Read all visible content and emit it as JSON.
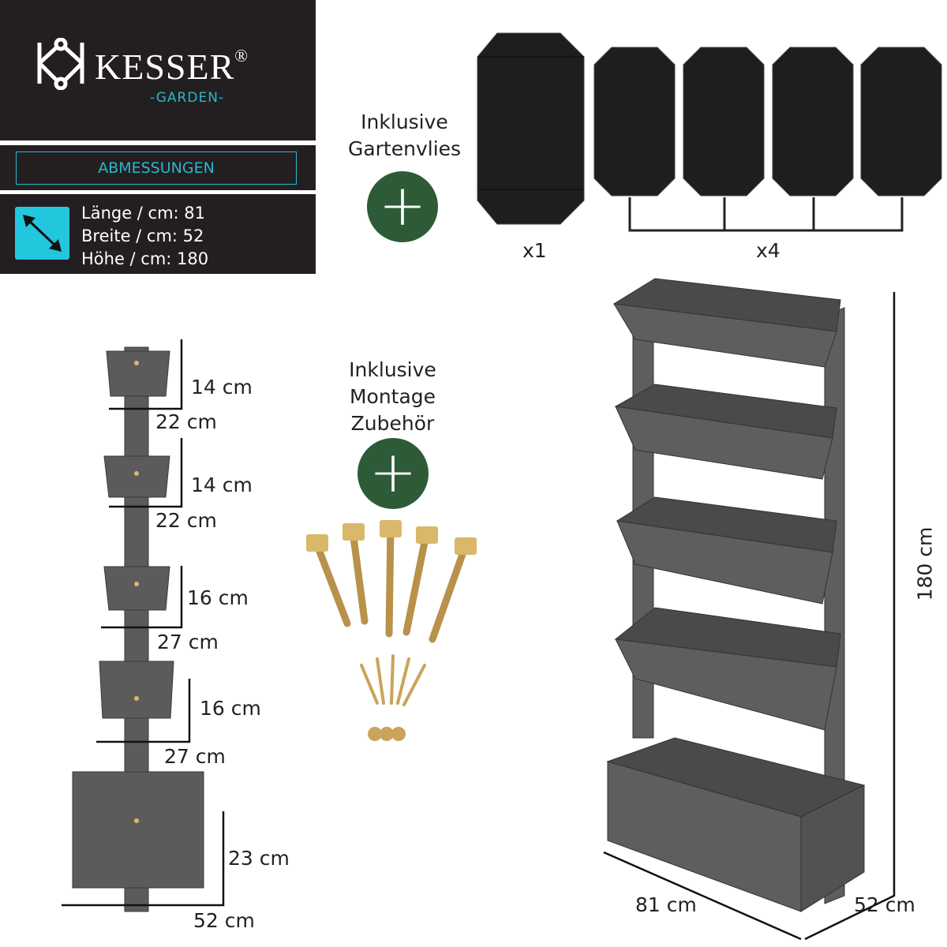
{
  "brand": {
    "name": "KESSER",
    "registered": "®",
    "sub": "-GARDEN-",
    "accent": "#2ab7cc"
  },
  "dimensions": {
    "heading": "ABMESSUNGEN",
    "lines": [
      "Länge / cm: 81",
      "Breite / cm: 52",
      "Höhe / cm: 180"
    ]
  },
  "fleece": {
    "title_line1": "Inklusive",
    "title_line2": "Gartenvlies",
    "count_large": "x1",
    "count_small": "x4"
  },
  "hardware": {
    "title_line1": "Inklusive",
    "title_line2": "Montage",
    "title_line3": "Zubehör"
  },
  "side_view": {
    "labels": [
      "14 cm",
      "22 cm",
      "14 cm",
      "22 cm",
      "16 cm",
      "27 cm",
      "16 cm",
      "27 cm",
      "23 cm",
      "52 cm"
    ]
  },
  "front_view": {
    "height": "180 cm",
    "length": "81 cm",
    "width": "52 cm"
  },
  "colors": {
    "panel": "#231f20",
    "plus": "#2e5b37",
    "wood": "#5b5b5b",
    "gold": "#d9b86a"
  }
}
